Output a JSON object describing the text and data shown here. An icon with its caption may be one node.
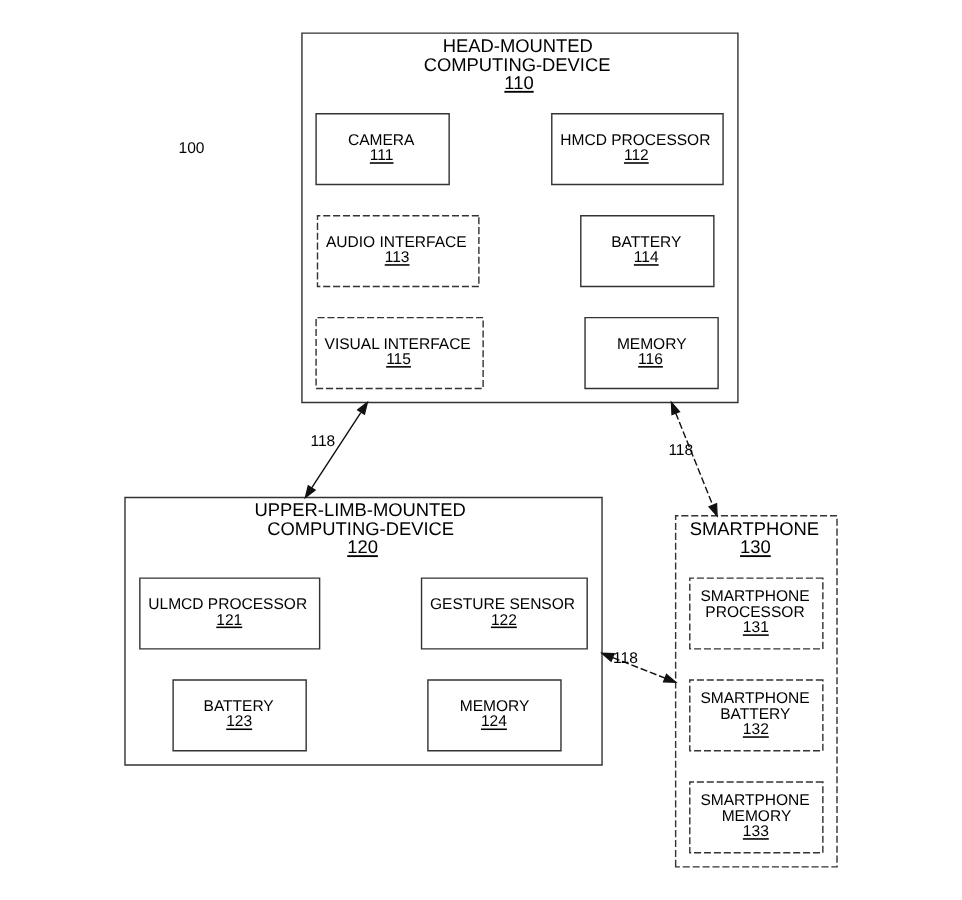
{
  "diagram": {
    "nodes": [
      {
        "text": [
          "HEAD-MOUNTED COMPUTING-DEVICE",
          "110"
        ]
      },
      {
        "text": [
          "CAMERA",
          "111"
        ],
        "in": 0
      },
      {
        "text": [
          "HMCD PROCESSOR",
          "112"
        ],
        "in": 0
      },
      {
        "text": [
          "AUDIO INTERFACE",
          "113"
        ],
        "in": 0
      },
      {
        "text": [
          "BATTERY",
          "114"
        ],
        "in": 0
      },
      {
        "text": [
          "VISUAL INTERFACE",
          "115"
        ],
        "in": 0
      },
      {
        "text": [
          "MEMORY",
          "116"
        ],
        "in": 0
      },
      {
        "text": [
          "UPPER-LIMB-MOUNTED COMPUTING-DEVICE",
          "120"
        ]
      },
      {
        "text": [
          "ULMCD PROCESSOR",
          "121"
        ],
        "in": 7
      },
      {
        "text": [
          "GESTURE SENSOR",
          "122"
        ],
        "in": 7
      },
      {
        "text": [
          "BATTERY",
          "123"
        ],
        "in": 7
      },
      {
        "text": [
          "MEMORY",
          "124"
        ],
        "in": 7
      },
      {
        "text": [
          "SMARTPHONE",
          "130"
        ]
      },
      {
        "text": [
          "SMARTPHONE PROCESSOR",
          "131"
        ],
        "in": 12
      },
      {
        "text": [
          "SMARTPHONE BATTERY",
          "132"
        ],
        "in": 12
      },
      {
        "text": [
          "SMARTPHONE MEMORY",
          "133"
        ],
        "in": 12
      }
    ],
    "edges": [
      {
        "from": 0,
        "to": 7,
        "arrow": "both",
        "label": "118"
      },
      {
        "from": 0,
        "to": 12,
        "arrow": "both",
        "label": "118",
        "style": "dashed"
      },
      {
        "from": 7,
        "to": 12,
        "arrow": "both",
        "label": "118",
        "style": "dashed"
      }
    ],
    "labels": [
      "100"
    ]
  }
}
